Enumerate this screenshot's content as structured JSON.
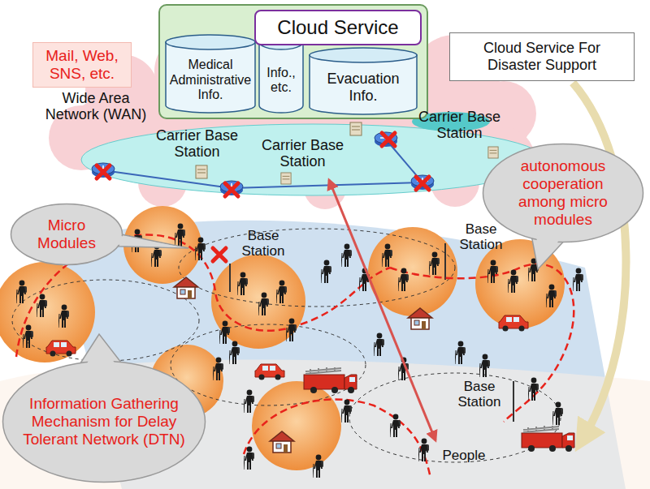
{
  "diagram": {
    "nodes": [
      {
        "text": [
          "Cloud Service"
        ]
      },
      {
        "text": [
          "Medical Administrative Info."
        ],
        "in": 0
      },
      {
        "text": [
          "Info., etc."
        ],
        "in": 0
      },
      {
        "text": [
          "Evacuation Info."
        ],
        "in": 0
      },
      {
        "text": [
          "Cloud Service For Disaster Support"
        ]
      },
      {
        "text": [
          "Mail, Web, SNS, etc."
        ]
      },
      {
        "text": [
          "autonomous cooperation among micro modules"
        ]
      },
      {
        "text": [
          "Micro Modules"
        ]
      },
      {
        "text": [
          "Information Gathering Mechanism for Delay Tolerant Network (DTN)"
        ]
      }
    ],
    "labels": [
      "Wide Area Network (WAN)",
      "Carrier Base Station",
      "Carrier Base Station",
      "Carrier Base Station",
      "Base Station",
      "Base Station",
      "Base Station",
      "People"
    ]
  }
}
